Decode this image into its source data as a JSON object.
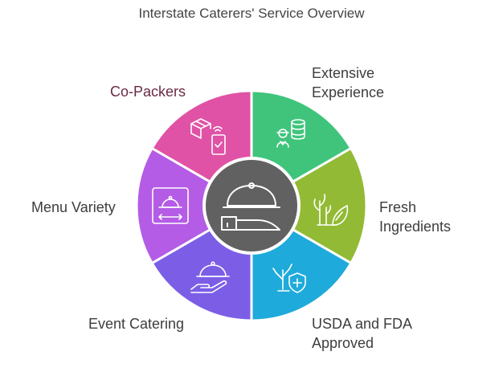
{
  "title": "Interstate Caterers' Service Overview",
  "center": {
    "icon": "cloche-and-knife-icon",
    "color": "#616161"
  },
  "segments": [
    {
      "id": "extensive-experience",
      "lines": [
        "Extensive",
        "Experience"
      ],
      "color": "#40c47c",
      "icon": "worker-and-stack-icon"
    },
    {
      "id": "fresh-ingredients",
      "lines": [
        "Fresh",
        "Ingredients"
      ],
      "color": "#92ba34",
      "icon": "sprout-and-leaf-icon"
    },
    {
      "id": "usda-fda-approved",
      "lines": [
        "USDA and FDA",
        "Approved"
      ],
      "color": "#1eaadb",
      "icon": "plant-shield-icon"
    },
    {
      "id": "event-catering",
      "lines": [
        "Event Catering"
      ],
      "color": "#7c5ee6",
      "icon": "cloche-on-hand-icon"
    },
    {
      "id": "menu-variety",
      "lines": [
        "Menu Variety"
      ],
      "color": "#b45ce6",
      "icon": "menu-cloche-icon"
    },
    {
      "id": "co-packers",
      "lines": [
        "Co-Packers"
      ],
      "color": "#e052a5",
      "icon": "box-and-tablet-icon"
    }
  ]
}
